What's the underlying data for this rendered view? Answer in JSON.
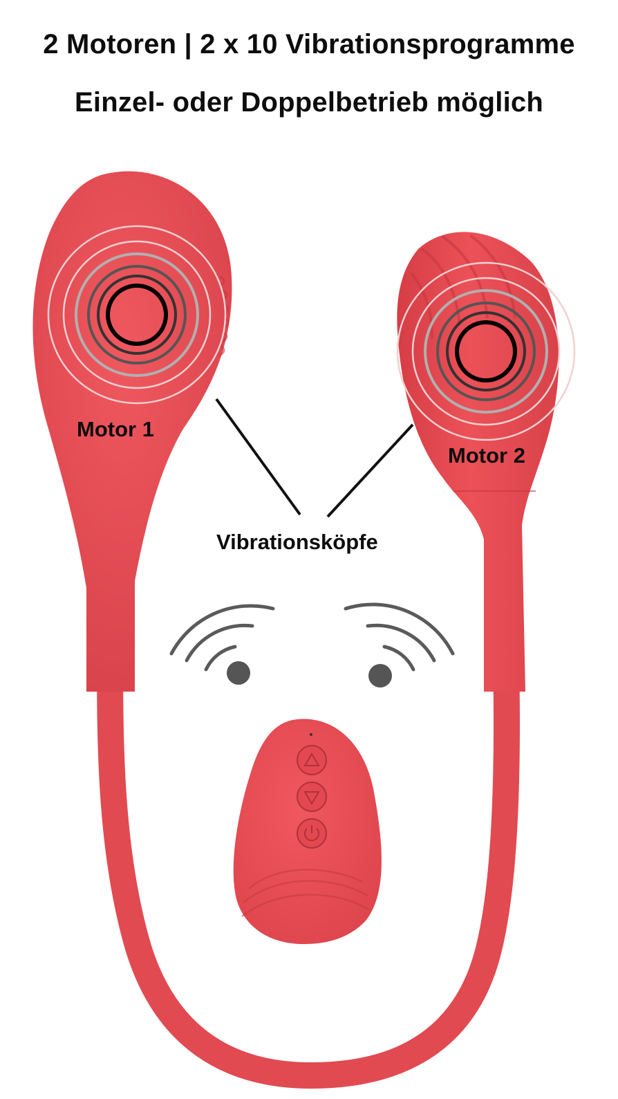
{
  "headline": {
    "line1": "2 Motoren | 2 x 10 Vibrationsprogramme",
    "line2": "Einzel- oder Doppelbetrieb möglich"
  },
  "labels": {
    "motor1": "Motor 1",
    "motor2": "Motor 2",
    "vibration_heads": "Vibrationsköpfe"
  },
  "colors": {
    "product_red": "#e5484f",
    "product_dark": "#c93a41",
    "text": "#0d0d0d",
    "wave_grey": "#5a5a5a"
  },
  "remote": {
    "buttons": [
      "up-arrow-icon",
      "down-arrow-icon",
      "power-icon"
    ]
  }
}
